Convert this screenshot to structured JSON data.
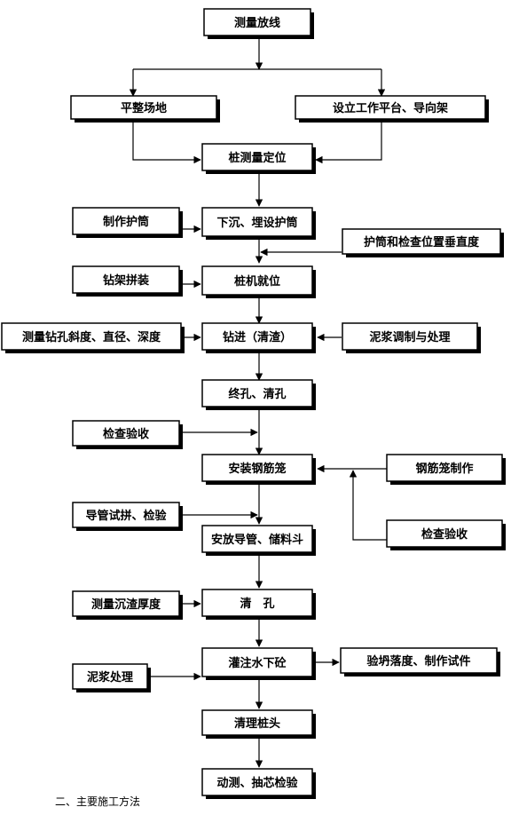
{
  "nodes": {
    "survey_layout": "测量放线",
    "level_site": "平整场地",
    "platform_guide": "设立工作平台、导向架",
    "pile_positioning": "桩测量定位",
    "make_casing": "制作护筒",
    "sink_casing": "下沉、埋设护筒",
    "casing_check": "护筒和检查位置垂直度",
    "rig_assembly": "钻架拼装",
    "rig_in_place": "桩机就位",
    "measure_hole": "测量钻孔斜度、直径、深度",
    "drilling": "钻进（清渣）",
    "slurry_prep": "泥浆调制与处理",
    "final_hole": "终孔、清孔",
    "inspection_1": "检查验收",
    "install_cage": "安装钢筋笼",
    "cage_fabrication": "钢筋笼制作",
    "pipe_test": "导管试拼、检验",
    "inspection_2": "检查验收",
    "place_pipe": "安放导管、储料斗",
    "measure_sediment": "测量沉渣厚度",
    "clean_hole": "清　孔",
    "underwater_pour": "灌注水下砼",
    "slump_test": "验坍落度、制作试件",
    "slurry_treatment": "泥浆处理",
    "trim_pile_head": "清理桩头",
    "testing": "动测、抽芯检验"
  },
  "caption": "二、主要施工方法"
}
